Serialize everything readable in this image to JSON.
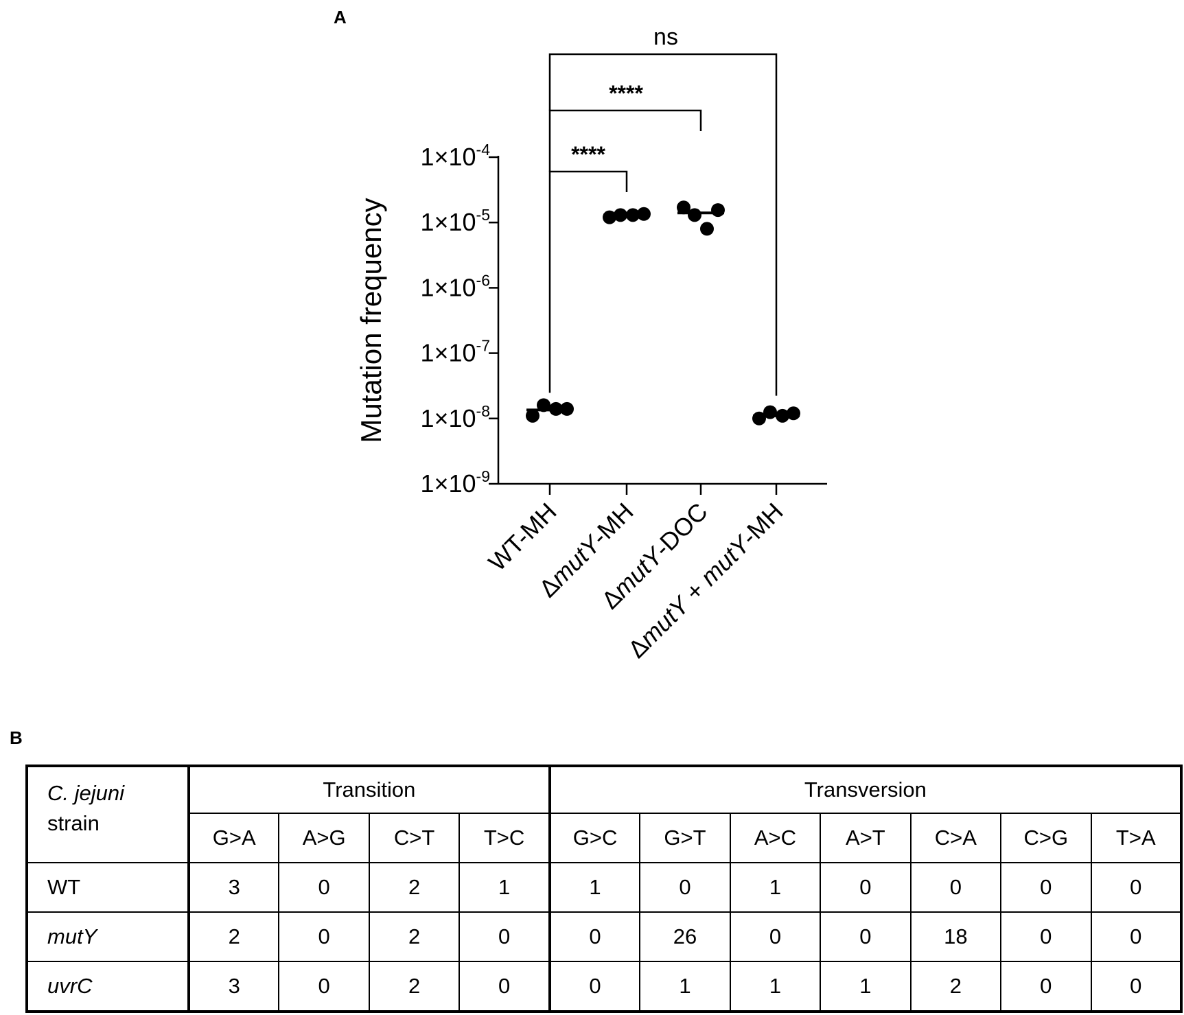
{
  "panel_a_label": "A",
  "panel_b_label": "B",
  "chart_data": {
    "type": "scatter",
    "ylabel": "Mutation frequency",
    "yscale": "log",
    "ylim": [
      1e-09,
      0.0001
    ],
    "yticks": [
      {
        "value": 0.0001,
        "base": "1×10",
        "exp": "-4"
      },
      {
        "value": 1e-05,
        "base": "1×10",
        "exp": "-5"
      },
      {
        "value": 1e-06,
        "base": "1×10",
        "exp": "-6"
      },
      {
        "value": 1e-07,
        "base": "1×10",
        "exp": "-7"
      },
      {
        "value": 1e-08,
        "base": "1×10",
        "exp": "-8"
      },
      {
        "value": 1e-09,
        "base": "1×10",
        "exp": "-9"
      }
    ],
    "categories": [
      {
        "label_parts": [
          {
            "t": "WT-MH",
            "i": false
          }
        ]
      },
      {
        "label_parts": [
          {
            "t": "Δ",
            "i": false
          },
          {
            "t": "mutY",
            "i": true
          },
          {
            "t": "-MH",
            "i": false
          }
        ]
      },
      {
        "label_parts": [
          {
            "t": "Δ",
            "i": false
          },
          {
            "t": "mutY",
            "i": true
          },
          {
            "t": "-DOC",
            "i": false
          }
        ]
      },
      {
        "label_parts": [
          {
            "t": "Δ",
            "i": false
          },
          {
            "t": "mutY",
            "i": true
          },
          {
            "t": " + ",
            "i": false
          },
          {
            "t": "mutY",
            "i": true
          },
          {
            "t": "-MH",
            "i": false
          }
        ]
      }
    ],
    "series": [
      {
        "points": [
          1.1e-08,
          1.6e-08,
          1.4e-08,
          1.4e-08
        ],
        "median": 1.35e-08
      },
      {
        "points": [
          1.2e-05,
          1.3e-05,
          1.3e-05,
          1.35e-05
        ],
        "median": 1.3e-05
      },
      {
        "points": [
          1.7e-05,
          1.3e-05,
          8e-06,
          1.55e-05
        ],
        "median": 1.4e-05
      },
      {
        "points": [
          1e-08,
          1.25e-08,
          1.1e-08,
          1.2e-08
        ],
        "median": 1.1e-08
      }
    ],
    "comparisons": [
      {
        "from": 0,
        "to": 1,
        "label": "****"
      },
      {
        "from": 0,
        "to": 2,
        "label": "****"
      },
      {
        "from": 0,
        "to": 3,
        "label": "ns"
      }
    ],
    "grid": false,
    "colors": {
      "marks": "#000000"
    }
  },
  "table": {
    "strain_header_1": "C. jejuni",
    "strain_header_2": "strain",
    "groups": [
      {
        "label": "Transition",
        "span": 4
      },
      {
        "label": "Transversion",
        "span": 7
      }
    ],
    "columns": [
      "G>A",
      "A>G",
      "C>T",
      "T>C",
      "G>C",
      "G>T",
      "A>C",
      "A>T",
      "C>A",
      "C>G",
      "T>A"
    ],
    "rows": [
      {
        "strain": "WT",
        "italic": false,
        "values": [
          "3",
          "0",
          "2",
          "1",
          "1",
          "0",
          "1",
          "0",
          "0",
          "0",
          "0"
        ]
      },
      {
        "strain": "mutY",
        "italic": true,
        "values": [
          "2",
          "0",
          "2",
          "0",
          "0",
          "26",
          "0",
          "0",
          "18",
          "0",
          "0"
        ]
      },
      {
        "strain": "uvrC",
        "italic": true,
        "values": [
          "3",
          "0",
          "2",
          "0",
          "0",
          "1",
          "1",
          "1",
          "2",
          "0",
          "0"
        ]
      }
    ]
  }
}
